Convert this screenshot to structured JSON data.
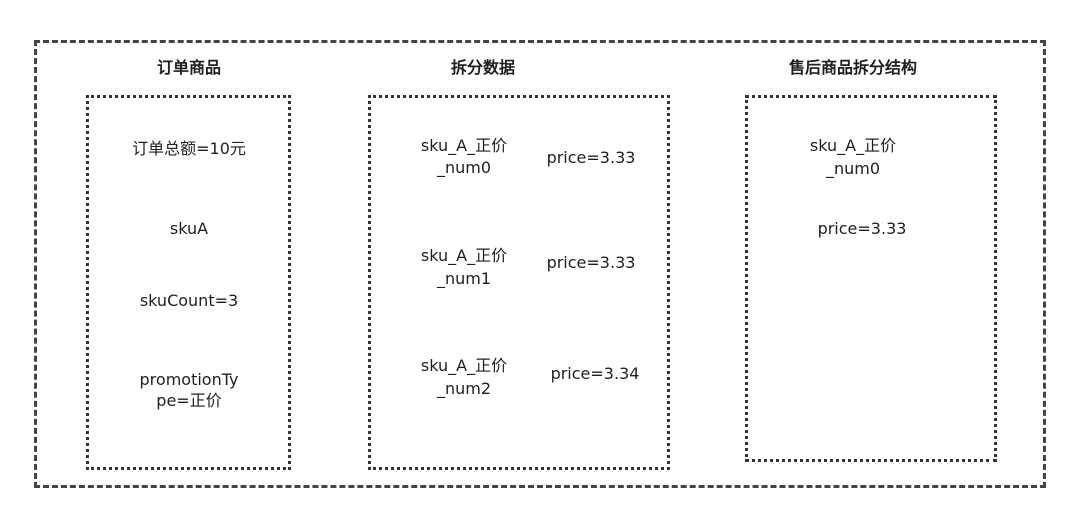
{
  "sections": {
    "order": {
      "title": "订单商品",
      "lines": [
        "订单总额=10元",
        "skuA",
        "skuCount=3",
        "promotionTy",
        "pe=正价"
      ]
    },
    "split": {
      "title": "拆分数据",
      "items": [
        {
          "name1": "sku_A_正价",
          "name2": "_num0",
          "price": "price=3.33"
        },
        {
          "name1": "sku_A_正价",
          "name2": "_num1",
          "price": "price=3.33"
        },
        {
          "name1": "sku_A_正价",
          "name2": "_num2",
          "price": "price=3.34"
        }
      ]
    },
    "aftersale": {
      "title": "售后商品拆分结构",
      "name1": "sku_A_正价",
      "name2": "_num0",
      "price": "price=3.33"
    }
  }
}
